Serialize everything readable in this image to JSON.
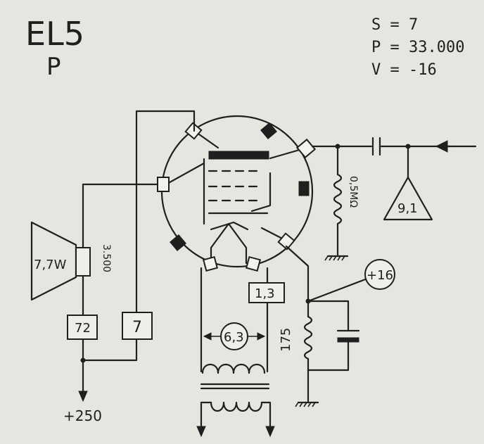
{
  "tube": {
    "type": "EL5",
    "sub": "P"
  },
  "specs": {
    "s": "S = 7",
    "p": "P = 33.000",
    "v": "V = -16"
  },
  "labels": {
    "speaker_power": "7,7W",
    "transformer_ohms": "3.500",
    "anode_ma": "72",
    "screen_ma": "7",
    "heater_a": "1,3",
    "heater_v": "6,3",
    "supply": "+250",
    "grid_resistor": "0,5MΩ",
    "input_v": "9,1",
    "cathode_v": "+16",
    "cathode_resistor": "175"
  }
}
